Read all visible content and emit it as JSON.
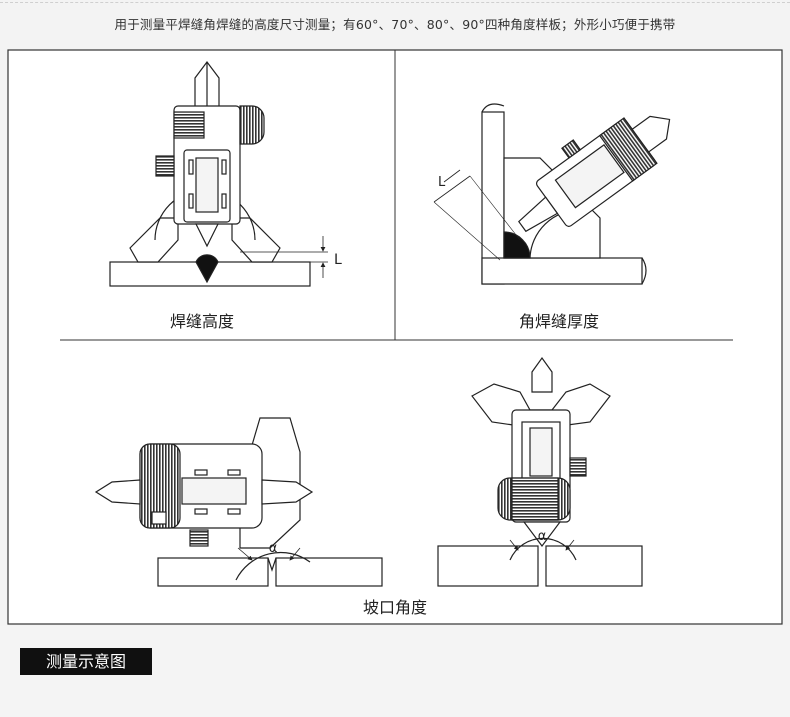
{
  "header": {
    "caption": "用于测量平焊缝角焊缝的高度尺寸测量；有60°、70°、80°、90°四种角度样板；外形小巧便于携带"
  },
  "panels": {
    "weld_height": {
      "label": "焊缝高度",
      "dim": "L"
    },
    "fillet_thickness": {
      "label": "角焊缝厚度",
      "dim": "L"
    },
    "groove_angle": {
      "label": "坡口角度",
      "angle_symbol": "α"
    }
  },
  "footer": {
    "tag": "测量示意图"
  },
  "colors": {
    "background": "#f3f3f3",
    "panel_fill": "#ffffff",
    "stroke": "#222222",
    "footer_tag_bg": "#101010",
    "footer_tag_text": "#ffffff"
  }
}
